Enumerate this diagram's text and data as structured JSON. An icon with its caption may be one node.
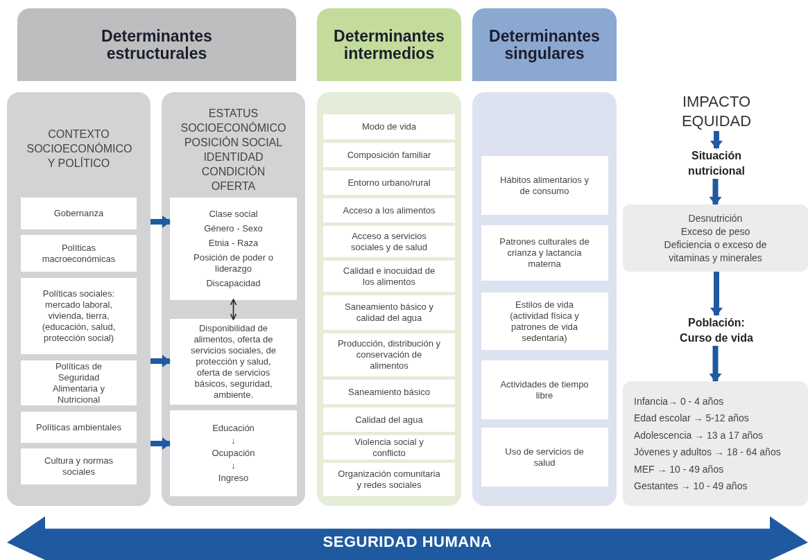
{
  "diagram": {
    "nodes": [
      {
        "text": [
          "Determinantes estructurales"
        ]
      },
      {
        "text": [
          "Determinantes intermedios"
        ]
      },
      {
        "text": [
          "Determinantes singulares"
        ]
      },
      {
        "text": [
          "CONTEXTO SOCIOECONÓMICO Y POLÍTICO"
        ]
      },
      {
        "text": [
          "Gobernanza"
        ],
        "in": 3
      },
      {
        "text": [
          "Políticas macroeconómicas"
        ],
        "in": 3
      },
      {
        "text": [
          "Políticas sociales: mercado laboral, vivienda, tierra, (educación, salud, protección social)"
        ],
        "in": 3
      },
      {
        "text": [
          "Políticas de Seguridad Alimentaria y Nutricional"
        ],
        "in": 3
      },
      {
        "text": [
          "Políticas ambientales"
        ],
        "in": 3
      },
      {
        "text": [
          "Cultura y normas sociales"
        ],
        "in": 3
      },
      {
        "text": [
          "ESTATUS SOCIOECONÓMICO",
          "POSICIÓN SOCIAL",
          "IDENTIDAD",
          "CONDICIÓN",
          "OFERTA"
        ]
      },
      {
        "text": [
          "Clase social",
          "Género - Sexo",
          "Etnia - Raza",
          "Posición de poder o liderazgo",
          "Discapacidad"
        ],
        "in": 10
      },
      {
        "text": [
          "Disponibilidad de alimentos, oferta de servicios sociales, de protección y salud, oferta de servicios básicos, seguridad, ambiente."
        ],
        "in": 10
      },
      {
        "text": [
          "Educación",
          "↓",
          "Ocupación",
          "↓",
          "Ingreso"
        ],
        "in": 10
      },
      {
        "text": [],
        "shape": "box"
      },
      {
        "text": [
          "Modo de vida"
        ],
        "in": 14
      },
      {
        "text": [
          "Composición familiar"
        ],
        "in": 14
      },
      {
        "text": [
          "Entorno urbano/rural"
        ],
        "in": 14
      },
      {
        "text": [
          "Acceso a los alimentos"
        ],
        "in": 14
      },
      {
        "text": [
          "Acceso a servicios sociales y de salud"
        ],
        "in": 14
      },
      {
        "text": [
          "Calidad e inocuidad de los alimentos"
        ],
        "in": 14
      },
      {
        "text": [
          "Saneamiento básico y calidad del agua"
        ],
        "in": 14
      },
      {
        "text": [
          "Producción, distribución y conservación de alimentos"
        ],
        "in": 14
      },
      {
        "text": [
          "Saneamiento básico"
        ],
        "in": 14
      },
      {
        "text": [
          "Calidad del agua"
        ],
        "in": 14
      },
      {
        "text": [
          "Violencia social y conflicto"
        ],
        "in": 14
      },
      {
        "text": [
          "Organización comunitaria y redes sociales"
        ],
        "in": 14
      },
      {
        "text": [],
        "shape": "box"
      },
      {
        "text": [
          "Hábitos alimentarios y de consumo"
        ],
        "in": 27
      },
      {
        "text": [
          "Patrones culturales de crianza y lactancia materna"
        ],
        "in": 27
      },
      {
        "text": [
          "Estilos de vida (actividad física y patrones de vida sedentaria)"
        ],
        "in": 27
      },
      {
        "text": [
          "Actividades de tiempo libre"
        ],
        "in": 27
      },
      {
        "text": [
          "Uso de servicios de salud"
        ],
        "in": 27
      },
      {
        "text": [
          "IMPACTO EQUIDAD"
        ]
      },
      {
        "text": [
          "Situación nutricional"
        ]
      },
      {
        "text": [
          "Desnutrición",
          "Exceso de peso",
          "Deficiencia o exceso de vitaminas y minerales"
        ]
      },
      {
        "text": [
          "Población: Curso de vida"
        ]
      },
      {
        "text": [
          "Infancia→ 0 - 4 años",
          "Edad escolar → 5-12 años",
          "Adolescencia → 13 a 17 años",
          "Jóvenes y adultos → 18 - 64 años",
          "MEF → 10 - 49 años",
          "Gestantes → 10 - 49 años"
        ]
      },
      {
        "text": [
          "SEGURIDAD HUMANA"
        ]
      }
    ],
    "edges": [
      {
        "from": 3,
        "to": 11,
        "arrow": "to"
      },
      {
        "from": 3,
        "to": 12,
        "arrow": "to"
      },
      {
        "from": 3,
        "to": 13,
        "arrow": "to"
      },
      {
        "from": 11,
        "to": 12,
        "arrow": "both",
        "color": "#222222"
      },
      {
        "from": 33,
        "to": 34,
        "arrow": "to"
      },
      {
        "from": 34,
        "to": 35,
        "arrow": "to"
      },
      {
        "from": 35,
        "to": 36,
        "arrow": "to"
      },
      {
        "from": 36,
        "to": 37,
        "arrow": "to"
      }
    ]
  }
}
